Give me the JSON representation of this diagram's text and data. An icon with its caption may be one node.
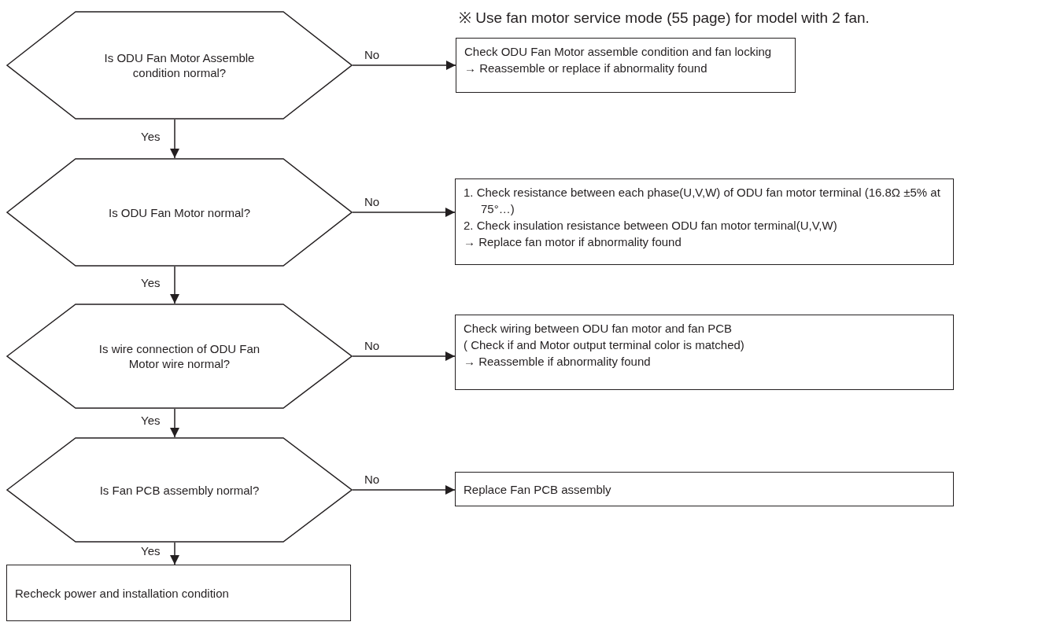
{
  "diagram": {
    "nodes": [
      {
        "text": [
          "Is ODU Fan Motor Assemble condition normal?"
        ]
      },
      {
        "text": [
          "Check ODU Fan Motor assemble condition and fan locking",
          "→ Reassemble or replace if abnormality found"
        ]
      },
      {
        "text": [
          "Is ODU Fan Motor normal?"
        ]
      },
      {
        "text": [
          "1. Check resistance between each phase(U,V,W) of ODU fan motor terminal (16.8Ω ±5% at 75°…)",
          "2. Check insulation resistance between ODU fan motor terminal(U,V,W)",
          "→ Replace fan motor if abnormality found"
        ]
      },
      {
        "text": [
          "Is wire connection of ODU Fan Motor wire normal?"
        ]
      },
      {
        "text": [
          "Check wiring between ODU fan motor and fan PCB",
          "( Check if and Motor output terminal color is matched)",
          "→ Reassemble if abnormality found"
        ]
      },
      {
        "text": [
          "Is Fan PCB assembly normal?"
        ]
      },
      {
        "text": [
          "Replace Fan PCB assembly"
        ]
      },
      {
        "text": [
          "Recheck power and installation condition"
        ]
      }
    ],
    "edges": [
      {
        "from": 0,
        "to": 1,
        "arrow": "to",
        "label": "No"
      },
      {
        "from": 0,
        "to": 2,
        "arrow": "to",
        "label": "Yes"
      },
      {
        "from": 2,
        "to": 3,
        "arrow": "to",
        "label": "No"
      },
      {
        "from": 2,
        "to": 4,
        "arrow": "to",
        "label": "Yes"
      },
      {
        "from": 4,
        "to": 5,
        "arrow": "to",
        "label": "No"
      },
      {
        "from": 4,
        "to": 6,
        "arrow": "to",
        "label": "Yes"
      },
      {
        "from": 6,
        "to": 7,
        "arrow": "to",
        "label": "No"
      },
      {
        "from": 6,
        "to": 8,
        "arrow": "to",
        "label": "Yes"
      }
    ],
    "labels": [
      "※ Use fan motor service mode (55 page) for model with 2 fan."
    ]
  }
}
